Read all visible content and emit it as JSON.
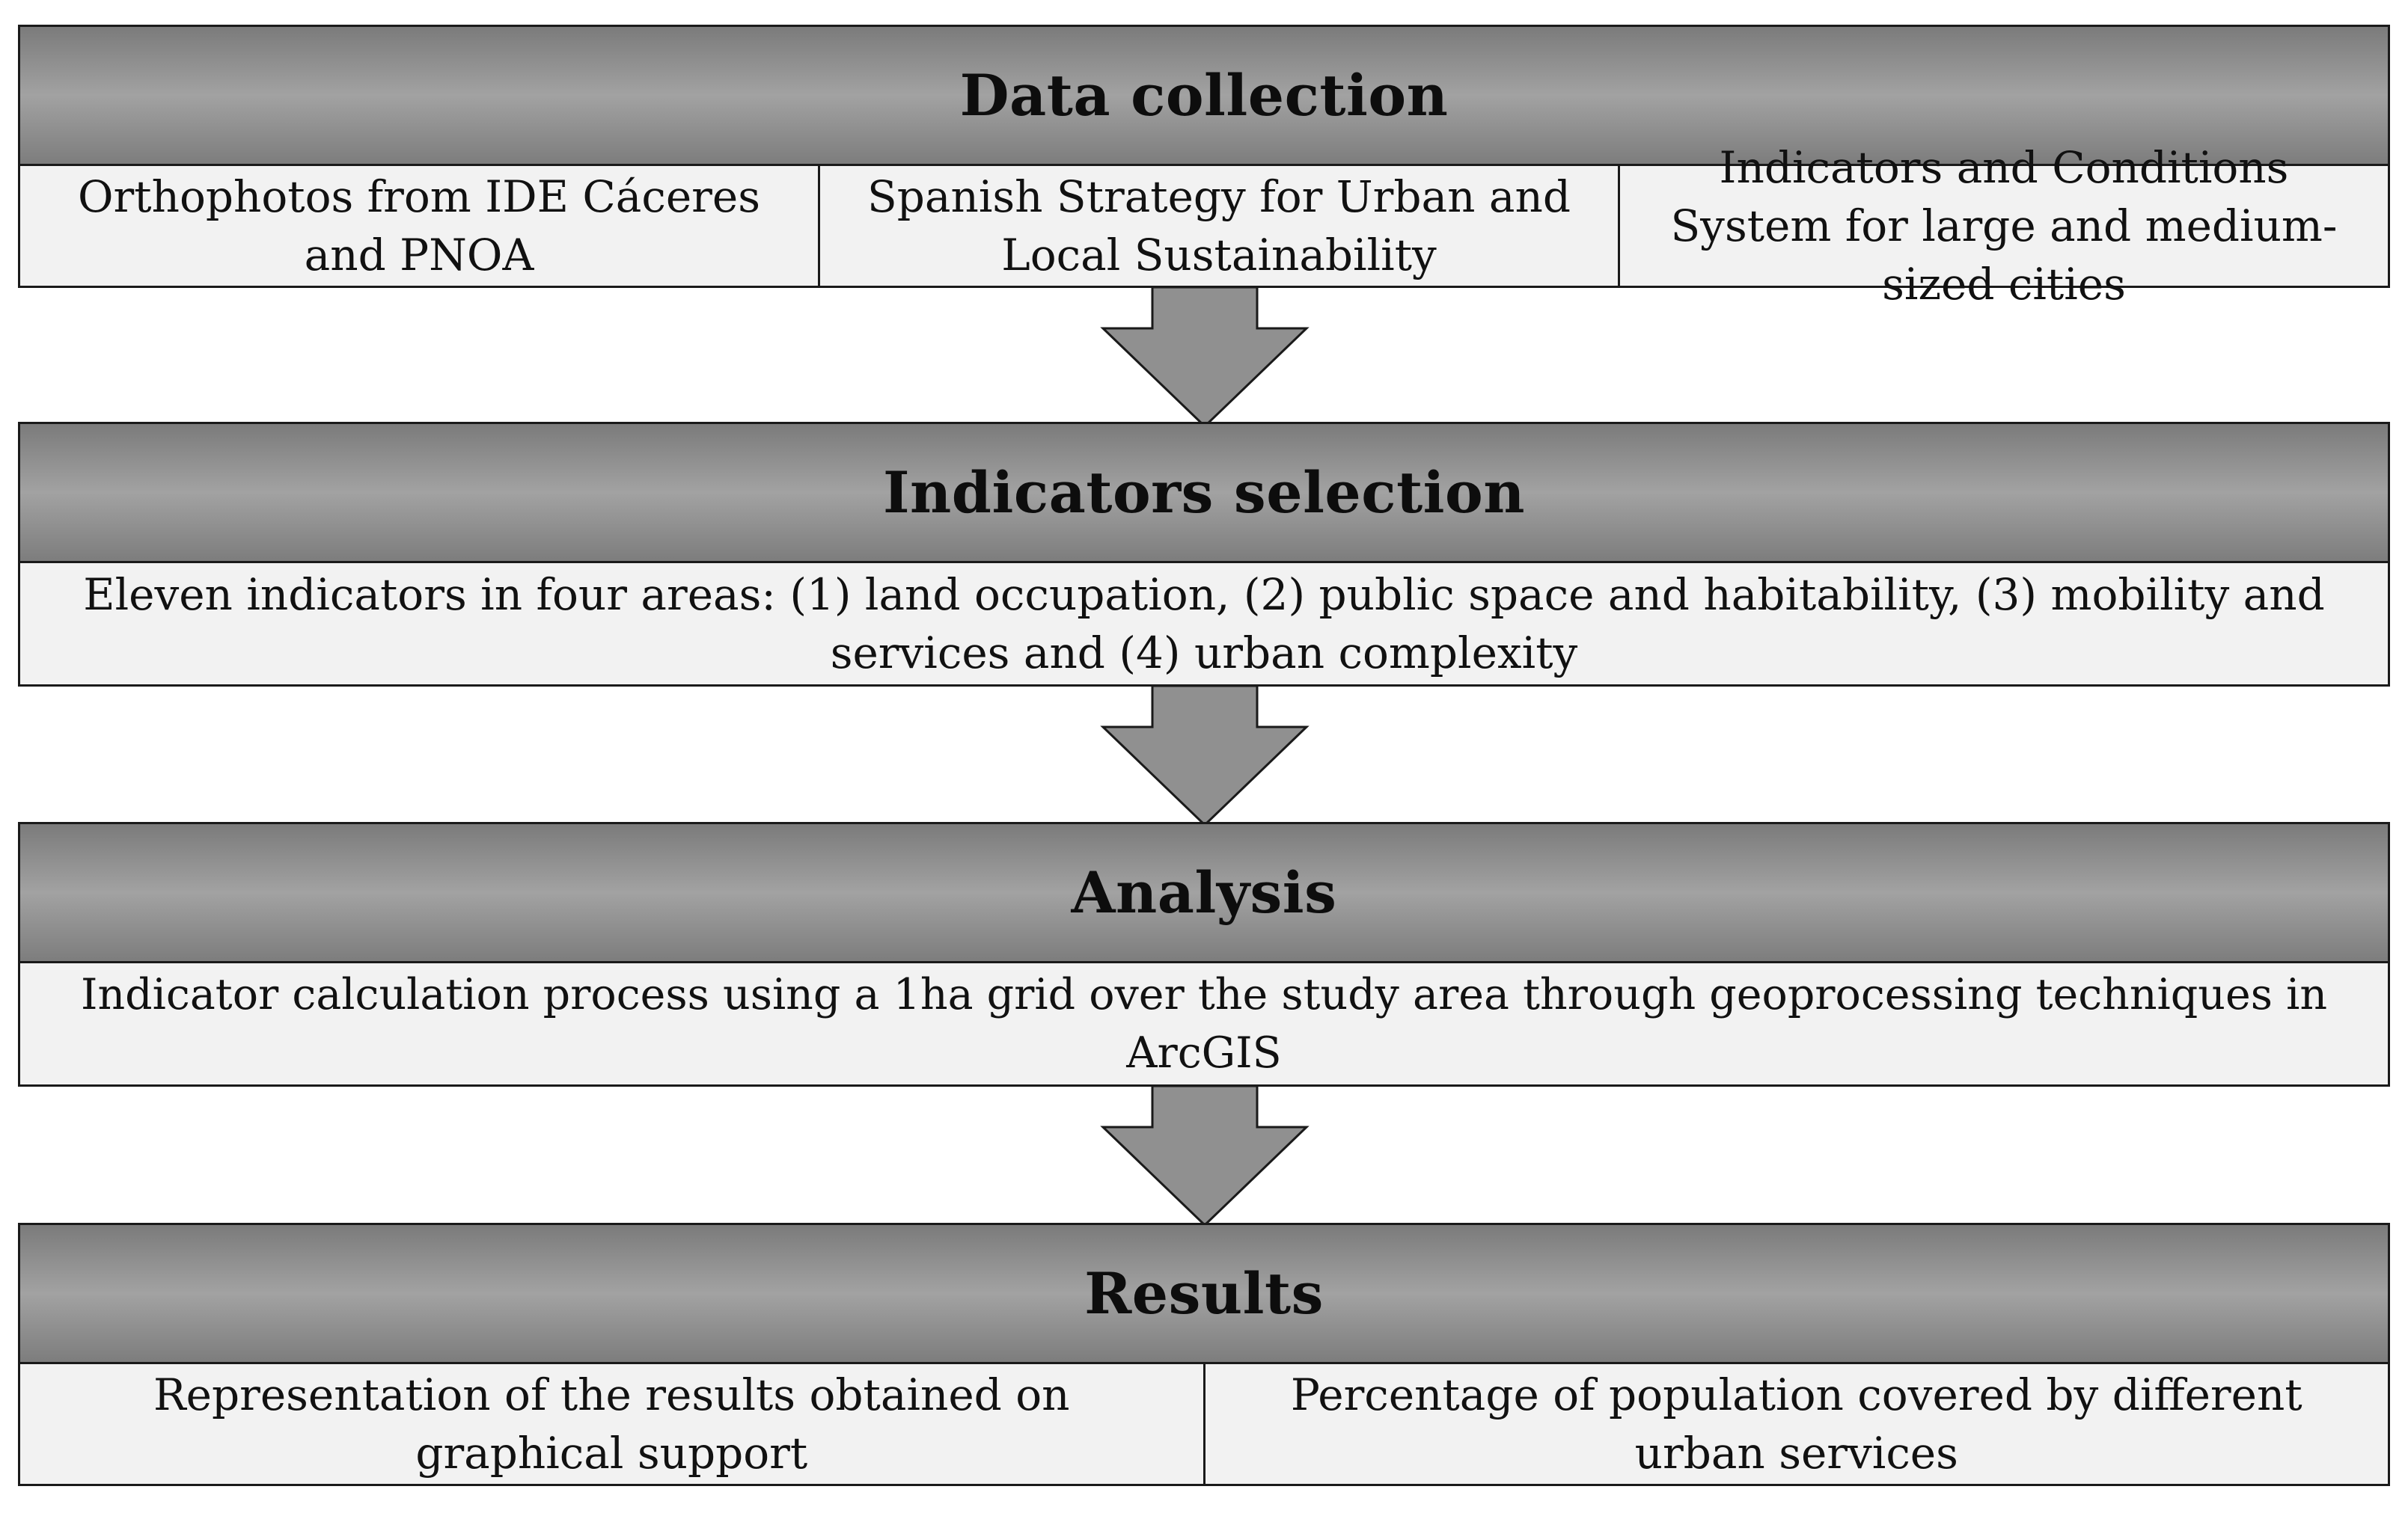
{
  "stages": [
    {
      "title": "Data collection",
      "items": [
        "Orthophotos from IDE Cáceres and PNOA",
        "Spanish Strategy for Urban and Local Sustainability",
        "Indicators and Conditions System for large and medium-sized cities"
      ]
    },
    {
      "title": "Indicators selection",
      "items": [
        "Eleven indicators in four areas: (1) land occupation, (2) public space and habitability, (3) mobility and services and (4) urban complexity"
      ]
    },
    {
      "title": "Analysis",
      "items": [
        "Indicator calculation process using a 1ha grid over the study area through geoprocessing techniques in ArcGIS"
      ]
    },
    {
      "title": "Results",
      "items": [
        "Representation of the results obtained on graphical support",
        "Percentage of population covered by different urban services"
      ]
    }
  ],
  "colors": {
    "header_dark": "#7b7b7b",
    "header_light": "#a2a2a2",
    "body_fill": "#f2f2f2",
    "arrow_fill": "#909090",
    "border": "#1a1a1a"
  },
  "icons": [
    "down-arrow-icon"
  ]
}
